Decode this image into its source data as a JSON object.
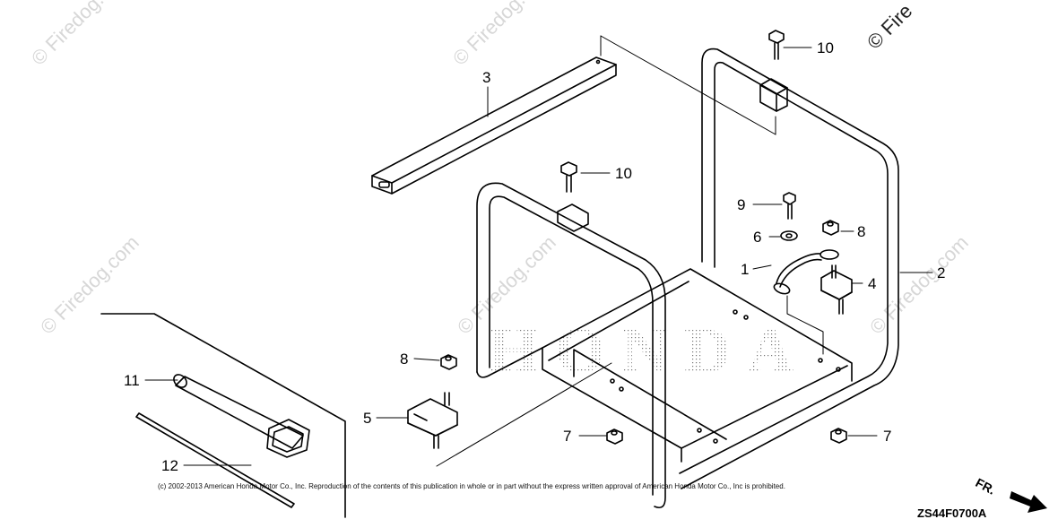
{
  "watermark": {
    "text": "© Firedog.com",
    "corner_text": "© Fire"
  },
  "callouts": [
    {
      "id": "1",
      "label": "1"
    },
    {
      "id": "2",
      "label": "2"
    },
    {
      "id": "3",
      "label": "3"
    },
    {
      "id": "4",
      "label": "4"
    },
    {
      "id": "5",
      "label": "5"
    },
    {
      "id": "6",
      "label": "6"
    },
    {
      "id": "7a",
      "label": "7"
    },
    {
      "id": "7b",
      "label": "7"
    },
    {
      "id": "8a",
      "label": "8"
    },
    {
      "id": "8b",
      "label": "8"
    },
    {
      "id": "9",
      "label": "9"
    },
    {
      "id": "10a",
      "label": "10"
    },
    {
      "id": "10b",
      "label": "10"
    },
    {
      "id": "11",
      "label": "11"
    },
    {
      "id": "12",
      "label": "12"
    }
  ],
  "brand_background": "HONDA",
  "copyright": "(c) 2002-2013 American Honda Motor Co., Inc. Reproduction of the contents of this publication in whole or in part without the express written approval of American Honda Motor Co., Inc is prohibited.",
  "direction_label": "FR.",
  "drawing_code": "ZS44F0700A"
}
